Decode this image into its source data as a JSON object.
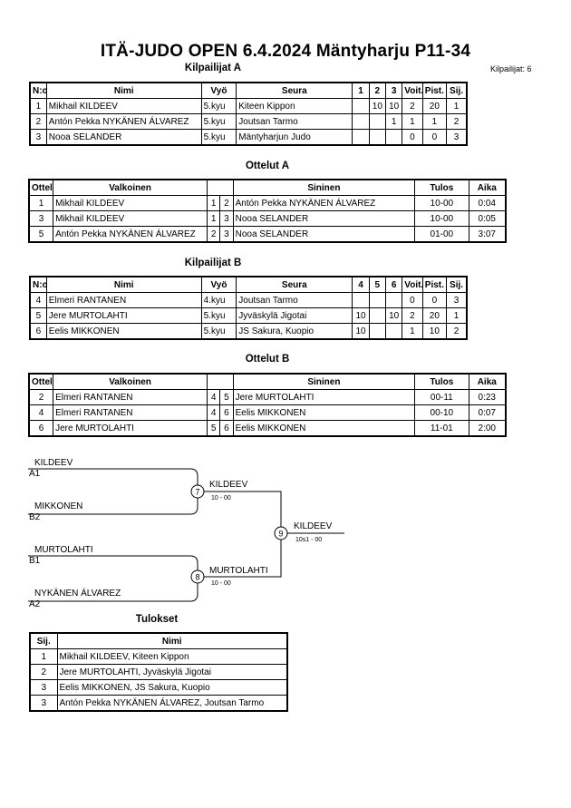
{
  "title": "ITÄ-JUDO OPEN  6.4.2024  Mäntyharju   P11-34",
  "competitor_count": "Kilpailijat: 6",
  "pool_a": {
    "heading": "Kilpailijat A",
    "headers": [
      "N:o",
      "Nimi",
      "Vyö",
      "Seura",
      "1",
      "2",
      "3",
      "Voit.",
      "Pist.",
      "Sij."
    ],
    "rows": [
      [
        "1",
        "Mikhail KILDEEV",
        "5.kyu",
        "Kiteen Kippon",
        "",
        "10",
        "10",
        "2",
        "20",
        "1"
      ],
      [
        "2",
        "Antón Pekka NYKÄNEN ÁLVAREZ",
        "5.kyu",
        "Joutsan Tarmo",
        "",
        "",
        "1",
        "1",
        "1",
        "2"
      ],
      [
        "3",
        "Nooa SELANDER",
        "5.kyu",
        "Mäntyharjun Judo",
        "",
        "",
        "",
        "0",
        "0",
        "3"
      ]
    ]
  },
  "matches_a": {
    "heading": "Ottelut A",
    "headers": [
      "Ottelu",
      "Valkoinen",
      "Sininen",
      "Tulos",
      "Aika"
    ],
    "rows": [
      [
        "1",
        "Mikhail KILDEEV",
        "1",
        "2",
        "Antón Pekka NYKÄNEN ÁLVAREZ",
        "10-00",
        "0:04"
      ],
      [
        "3",
        "Mikhail KILDEEV",
        "1",
        "3",
        "Nooa SELANDER",
        "10-00",
        "0:05"
      ],
      [
        "5",
        "Antón Pekka NYKÄNEN ÁLVAREZ",
        "2",
        "3",
        "Nooa SELANDER",
        "01-00",
        "3:07"
      ]
    ]
  },
  "pool_b": {
    "heading": "Kilpailijat B",
    "headers": [
      "N:o",
      "Nimi",
      "Vyö",
      "Seura",
      "4",
      "5",
      "6",
      "Voit.",
      "Pist.",
      "Sij."
    ],
    "rows": [
      [
        "4",
        "Elmeri RANTANEN",
        "4.kyu",
        "Joutsan Tarmo",
        "",
        "",
        "",
        "0",
        "0",
        "3"
      ],
      [
        "5",
        "Jere MURTOLAHTI",
        "5.kyu",
        "Jyväskylä Jigotai",
        "10",
        "",
        "10",
        "2",
        "20",
        "1"
      ],
      [
        "6",
        "Eelis MIKKONEN",
        "5.kyu",
        "JS Sakura, Kuopio",
        "10",
        "",
        "",
        "1",
        "10",
        "2"
      ]
    ]
  },
  "matches_b": {
    "heading": "Ottelut B",
    "headers": [
      "Ottelu",
      "Valkoinen",
      "Sininen",
      "Tulos",
      "Aika"
    ],
    "rows": [
      [
        "2",
        "Elmeri RANTANEN",
        "4",
        "5",
        "Jere MURTOLAHTI",
        "00-11",
        "0:23"
      ],
      [
        "4",
        "Elmeri RANTANEN",
        "4",
        "6",
        "Eelis MIKKONEN",
        "00-10",
        "0:07"
      ],
      [
        "6",
        "Jere MURTOLAHTI",
        "5",
        "6",
        "Eelis MIKKONEN",
        "11-01",
        "2:00"
      ]
    ]
  },
  "bracket": {
    "semi1_top_name": "KILDEEV",
    "semi1_top_seed": "A1",
    "semi1_bottom_name": "MIKKONEN",
    "semi1_bottom_seed": "B2",
    "semi2_top_name": "MURTOLAHTI",
    "semi2_top_seed": "B1",
    "semi2_bottom_name": "NYKÄNEN ÁLVAREZ",
    "semi2_bottom_seed": "A2",
    "match7_no": "7",
    "match7_winner": "KILDEEV",
    "match7_score": "10 - 00",
    "match8_no": "8",
    "match8_winner": "MURTOLAHTI",
    "match8_score": "10 - 00",
    "final_no": "9",
    "final_winner": "KILDEEV",
    "final_score": "10s1 - 00"
  },
  "results": {
    "heading": "Tulokset",
    "headers": [
      "Sij.",
      "Nimi"
    ],
    "rows": [
      [
        "1",
        "Mikhail KILDEEV, Kiteen Kippon"
      ],
      [
        "2",
        "Jere MURTOLAHTI, Jyväskylä Jigotai"
      ],
      [
        "3",
        "Eelis MIKKONEN, JS Sakura, Kuopio"
      ],
      [
        "3",
        "Antón Pekka NYKÄNEN ÁLVAREZ, Joutsan Tarmo"
      ]
    ]
  }
}
